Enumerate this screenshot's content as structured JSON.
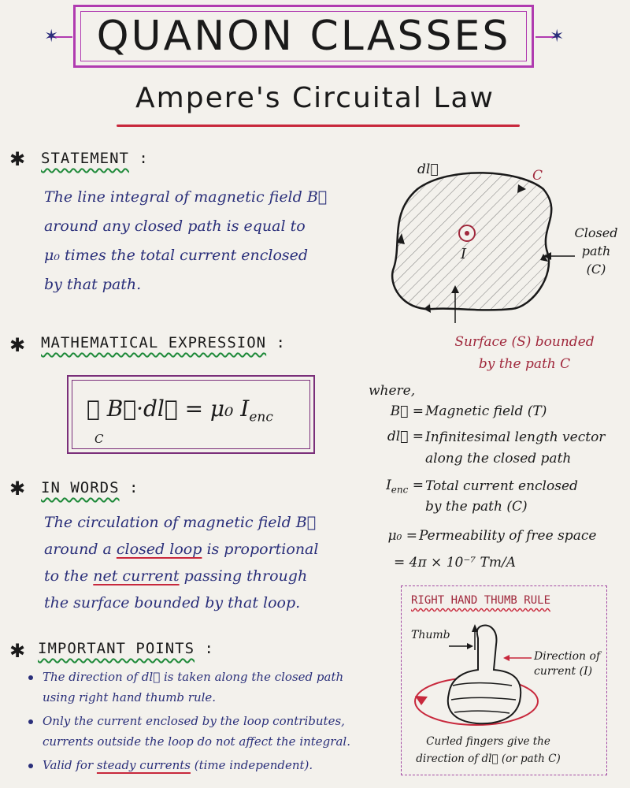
{
  "header": {
    "title": "QUANON CLASSES",
    "subtitle": "Ampere's Circuital Law"
  },
  "statement": {
    "heading": "STATEMENT",
    "lines": [
      "The line integral of magnetic field B⃗",
      "around any closed path is equal to",
      "μ₀ times the total current enclosed",
      "by that path."
    ]
  },
  "figure": {
    "dl_label": "dl⃗",
    "c_label": "C",
    "current_label": "I",
    "closed_path_label": [
      "Closed",
      "path",
      "(C)"
    ],
    "surface_label": [
      "Surface (S) bounded",
      "by the path C"
    ]
  },
  "math": {
    "heading": "MATHEMATICAL EXPRESSION",
    "equation": "∮ B⃗·dl⃗  =  μ₀ I",
    "sub_enc": "enc",
    "sub_c": "C"
  },
  "definitions": {
    "where": "where,",
    "items": [
      {
        "symbol": "B⃗ =",
        "text": [
          "Magnetic field (T)"
        ]
      },
      {
        "symbol": "dl⃗ =",
        "text": [
          "Infinitesimal length vector",
          "along the closed path"
        ]
      },
      {
        "symbol": "I",
        "sub": "enc",
        "eq": "=",
        "text": [
          "Total current enclosed",
          "by the path (C)"
        ]
      },
      {
        "symbol": "μ₀ =",
        "text": [
          "Permeability of free space",
          "= 4π × 10⁻⁷ Tm/A"
        ]
      }
    ]
  },
  "in_words": {
    "heading": "IN WORDS",
    "line1": "The circulation of magnetic field B⃗",
    "line2_a": "around a",
    "line2_u": "closed loop",
    "line2_b": "is proportional",
    "line3_a": "to the",
    "line3_u": "net current",
    "line3_b": "passing through",
    "line4": "the surface bounded by that loop."
  },
  "points": {
    "heading": "IMPORTANT POINTS",
    "p1": [
      "The direction of dl⃗ is taken along the closed path",
      "using right hand thumb rule."
    ],
    "p2": [
      "Only the current enclosed by the loop contributes,",
      "currents outside the loop do not affect the integral."
    ],
    "p3_a": "Valid for",
    "p3_u": "steady currents",
    "p3_b": "(time independent)."
  },
  "right_hand": {
    "title": "RIGHT HAND THUMB RULE",
    "thumb": "Thumb",
    "direction": [
      "Direction of",
      "current (I)"
    ],
    "curled": [
      "Curled fingers give the",
      "direction of dl⃗ (or path C)"
    ]
  },
  "colors": {
    "accent": "#b03bb0",
    "ink": "#2a2f7a",
    "red": "#c8283c",
    "green": "#1f8a3a"
  }
}
